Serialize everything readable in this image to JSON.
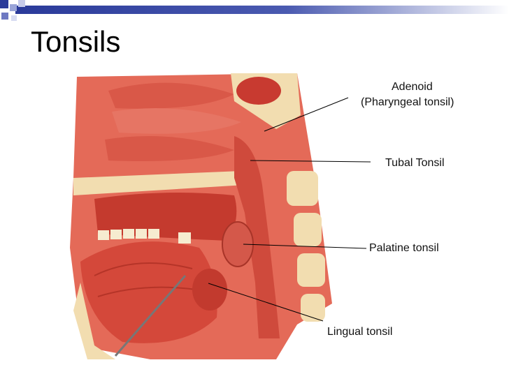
{
  "slide": {
    "title": "Tonsils"
  },
  "labels": {
    "adenoid_line1": "Adenoid",
    "adenoid_line2": "(Pharyngeal tonsil)",
    "tubal": "Tubal Tonsil",
    "palatine": "Palatine tonsil",
    "lingual": "Lingual tonsil"
  },
  "colors": {
    "band_blue": "#2a3a9a",
    "tissue_red": "#e05a48",
    "bone_cream": "#f2ddb0"
  }
}
